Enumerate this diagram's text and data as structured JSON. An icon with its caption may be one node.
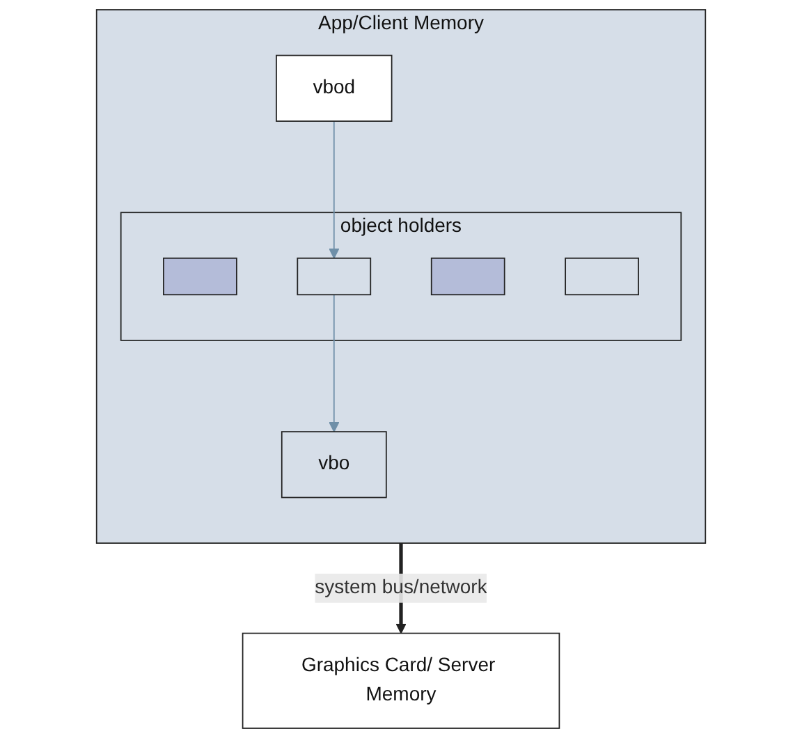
{
  "diagram": {
    "nodes": [
      {
        "text": [
          "App/Client Memory"
        ]
      },
      {
        "text": [
          "vbod"
        ],
        "in": 0
      },
      {
        "text": [
          "object holders"
        ],
        "in": 0
      },
      {
        "text": [],
        "shape": "box",
        "in": 2
      },
      {
        "text": [],
        "shape": "box",
        "in": 2
      },
      {
        "text": [],
        "shape": "box",
        "in": 2
      },
      {
        "text": [],
        "shape": "box",
        "in": 2
      },
      {
        "text": [
          "vbo"
        ],
        "in": 0
      },
      {
        "text": [
          "Graphics Card/ Server Memory"
        ]
      }
    ],
    "edges": [
      {
        "from": 1,
        "to": 4,
        "arrow": "to",
        "color": "#6f8fa8"
      },
      {
        "from": 4,
        "to": 7,
        "arrow": "to",
        "color": "#6f8fa8"
      },
      {
        "from": 0,
        "to": 8,
        "arrow": "to",
        "label": "system bus/network",
        "style": "thick",
        "color": "#222222"
      }
    ]
  }
}
